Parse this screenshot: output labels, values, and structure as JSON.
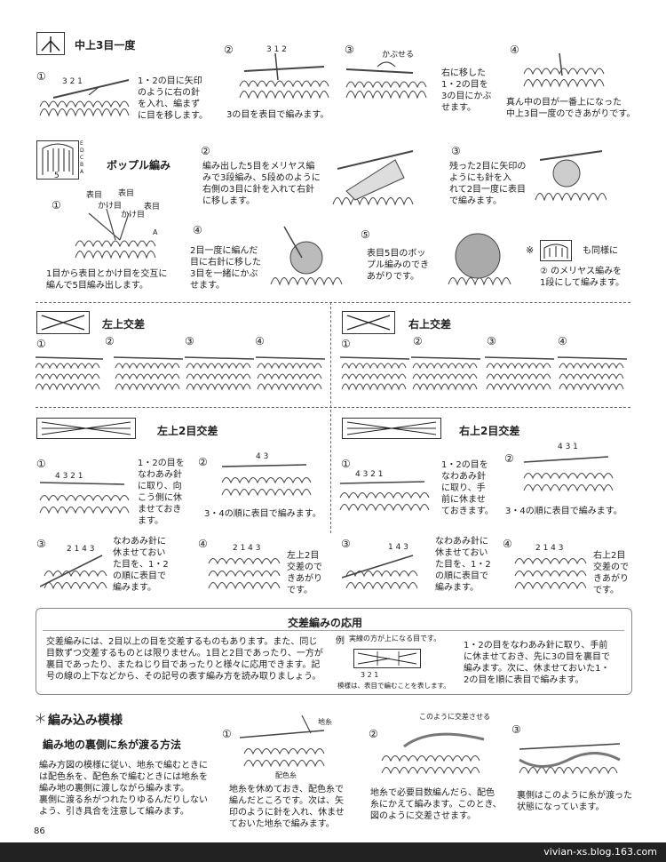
{
  "top": {
    "title": "中上3目一度",
    "steps": [
      {
        "n": "①",
        "text": "1・2の目に矢印\nのように右の針\nを入れ、編まず\nに目を移します。",
        "nums": "3 2 1"
      },
      {
        "n": "②",
        "text": "3の目を表目で編みます。",
        "nums": "3  1  2"
      },
      {
        "n": "③",
        "text": "右に移した\n1・2の目を\n3の目にかぶ\nせます。",
        "label": "かぶせる"
      },
      {
        "n": "④",
        "text": "真ん中の目が一番上になった\n中上3目一度のできあがりです。"
      }
    ]
  },
  "popple": {
    "title": "ボップル編み",
    "legend": "E\nD\nC\nB\nA",
    "symbol_num": "5",
    "labels": {
      "omote1": "表目",
      "kakeme1": "かけ目",
      "omote2": "表目",
      "kakeme2": "かけ目",
      "omote3": "表目",
      "a": "A"
    },
    "steps": [
      {
        "n": "①",
        "text": "1目から表目とかけ目を交互に\n編んで5目編み出します。"
      },
      {
        "n": "②",
        "text": "編み出した5目をメリヤス編\nみで3段編み、5段めのように\n右側の3目に針を入れて右針\nに移します。"
      },
      {
        "n": "③",
        "text": "残った2目に矢印の\nようにも針を入\nれて2目一度に表目\nで編みます。"
      },
      {
        "n": "④",
        "text": "2目一度に編んだ\n目に右針に移した\n3目を一緒にかぶ\nせます。"
      },
      {
        "n": "⑤",
        "text": "表目5目のボッ\nプル編みのでき\nあがりです。"
      }
    ],
    "note_mark": "※",
    "note_side": "も同様に",
    "note_text": "② のメリヤス編みを\n1段にして編みます。"
  },
  "cross1": {
    "left": {
      "title": "左上交差",
      "steps": [
        "①",
        "②",
        "③",
        "④"
      ]
    },
    "right": {
      "title": "右上交差",
      "steps": [
        "①",
        "②",
        "③",
        "④"
      ]
    }
  },
  "cross2": {
    "left": {
      "title": "左上2目交差",
      "steps": [
        {
          "n": "①",
          "text": "1・2の目を\nなわあみ針\nに取り、向\nこう側に休\nませておき\nます。",
          "nums": "4 3 2 1"
        },
        {
          "n": "②",
          "text": "3・4の順に表目で編みます。",
          "nums": "4 3"
        },
        {
          "n": "③",
          "text": "なわあみ針に\n休ませておい\nた目を、1・2\nの順に表目で\n編みます。",
          "nums": "2  1  4 3"
        },
        {
          "n": "④",
          "text": "左上2目\n交差ので\nきあがり\nです。",
          "nums": "2 1 4 3"
        }
      ]
    },
    "right": {
      "title": "右上2目交差",
      "steps": [
        {
          "n": "①",
          "text": "1・2の目を\nなわあみ針\nに取り、手\n前に休ませ\nておきます。",
          "nums": "4 3 2 1"
        },
        {
          "n": "②",
          "text": "3・4の順に表目で編みます。",
          "nums": "4 3 1"
        },
        {
          "n": "③",
          "text": "なわあみ針に\n休ませておい\nた目を、1・2\nの順に表目で\n編みます。",
          "nums": "1 4 3"
        },
        {
          "n": "④",
          "text": "右上2目\n交差ので\nきあがり\nです。",
          "nums": "2 1 4 3"
        }
      ]
    }
  },
  "application": {
    "title": "交差編みの応用",
    "body": "交差編みには、2目以上の目を交差するものもあります。また、同じ\n目数ずつ交差するものとは限りません。1目と2目であったり、一方が\n裏目であったり、またねじり目であったりと様々に応用できます。記\n号の線の上下などから、その記号の表す編み方を読み取りましょう。",
    "example_label": "例",
    "example_note": "実線の方が上になる目です。",
    "example_nums": "3   2   1",
    "example_caption": "模様は、表目で編むことを表します。",
    "right_text": "1・2の目をなわあみ針に取り、手前\nに休ませておき、先に3の目を裏目で\n編みます。次に、休ませておいた1・\n2の目を順に表目で編みます。"
  },
  "colorwork": {
    "asterisk": "＊",
    "title": "編み込み模様",
    "subtitle": "編み地の裏側に糸が渡る方法",
    "body": "編み方図の模様に従い、地糸で編むときに\nは配色糸を、配色糸で編むときには地糸を\n編み地の裏側に渡しながら編みます。\n裏側に渡る糸がつれたりゆるんだりしない\nよう、引き具合を注意して編みます。",
    "labels": {
      "jiito": "地糸",
      "haishoku": "配色糸",
      "cross_here": "このように交差させる"
    },
    "steps": [
      {
        "n": "①",
        "text": "地糸を休めておき、配色糸で\n編んだところです。次は、矢\n印のように針を入れ、休ませ\nておいた地糸で編みます。"
      },
      {
        "n": "②",
        "text": "地糸で必要目数編んだら、配色\n糸にかえて編みます。このとき、\n図のように交差させます。"
      },
      {
        "n": "③",
        "text": "裏側はこのように糸が渡った\n状態になっています。"
      }
    ]
  },
  "page_number": "86",
  "watermark": "vivian-xs.blog.163.com"
}
